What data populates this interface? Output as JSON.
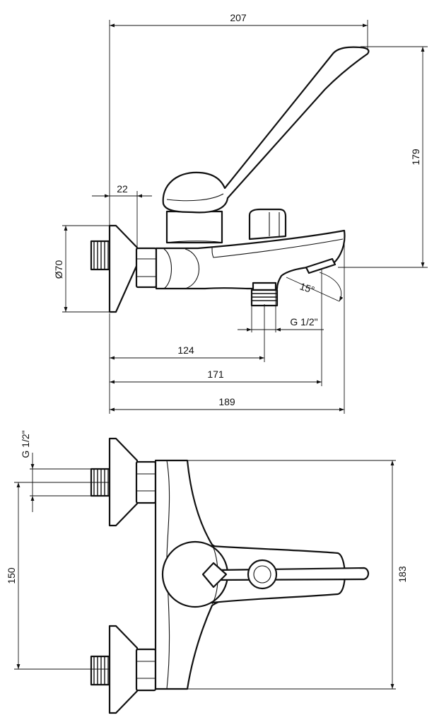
{
  "dimensions": {
    "overall_width": "207",
    "overall_height": "179",
    "wall_offset": "22",
    "flange_diameter": "Ø70",
    "outlet_thread": "G 1/2\"",
    "outlet_distance": "124",
    "spout_tip_distance": "171",
    "body_length": "189",
    "spout_angle": "15°",
    "inlet_thread": "G 1/2\"",
    "inlet_spacing": "150",
    "body_height": "183"
  },
  "colors": {
    "line": "#111111",
    "background": "#ffffff"
  }
}
